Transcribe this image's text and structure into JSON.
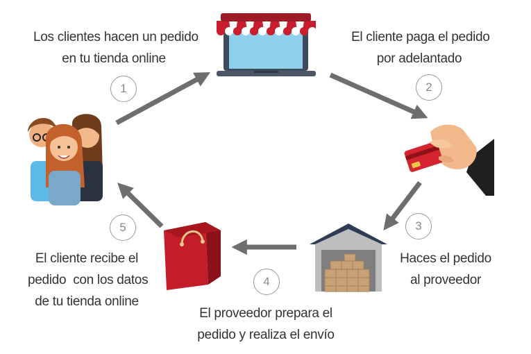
{
  "steps": [
    {
      "number": "1",
      "lines": [
        "Los clientes hacen un pedido",
        "en tu tienda online"
      ]
    },
    {
      "number": "2",
      "lines": [
        "El cliente paga el pedido",
        "por adelantado"
      ]
    },
    {
      "number": "3",
      "lines": [
        "Haces el pedido",
        "al proveedor"
      ]
    },
    {
      "number": "4",
      "lines": [
        "El proveedor prepara el",
        "pedido y realiza el envío"
      ]
    },
    {
      "number": "5",
      "lines": [
        "El cliente recibe el",
        "pedido  con los datos",
        "de tu tienda online"
      ]
    }
  ],
  "icons": {
    "customers": "customers-group-icon",
    "store": "online-store-laptop-icon",
    "payment": "hand-credit-card-icon",
    "supplier": "supplier-warehouse-icon",
    "delivery": "shopping-bag-icon",
    "arrow": "arrow-icon"
  },
  "colors": {
    "text": "#333333",
    "circle": "#9a9a9a",
    "arrow": "#6e6e6e",
    "awning_red": "#c81e2e",
    "screen": "#8fd0ec",
    "card": "#d3242f",
    "bag": "#c21d28",
    "roof": "#2e3d54",
    "box": "#c8a276"
  }
}
